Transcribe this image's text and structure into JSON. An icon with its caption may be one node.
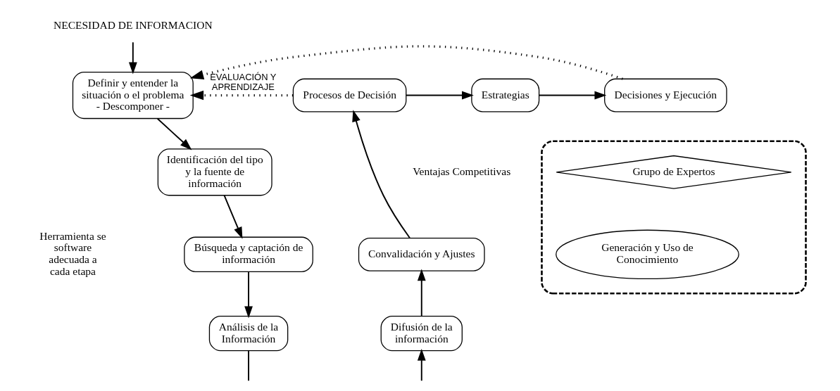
{
  "diagram": {
    "nodes": [
      {
        "text": [
          "NECESIDAD DE INFORMACION"
        ]
      },
      {
        "text": [
          "Definir y entender la situación o el problema",
          "- Descomponer -"
        ]
      },
      {
        "text": [
          "Identificación del tipo y la fuente de información"
        ]
      },
      {
        "text": [
          "Búsqueda y captación de información"
        ]
      },
      {
        "text": [
          "Análisis de la Información"
        ]
      },
      {
        "text": [],
        "shape": "box"
      },
      {
        "text": [
          "Grupo de Expertos"
        ],
        "in": 5
      },
      {
        "text": [
          "Generación y Uso de Conocimiento"
        ],
        "in": 5
      },
      {
        "text": [
          "Difusión de la información"
        ]
      },
      {
        "text": [
          "Convalidación y Ajustes"
        ]
      },
      {
        "text": [
          "Procesos de Decisión"
        ]
      },
      {
        "text": [
          "Estrategias"
        ]
      },
      {
        "text": [
          "Decisiones y Ejecución"
        ]
      }
    ],
    "edges": [
      {
        "from": 0,
        "to": 1,
        "arrow": "to"
      },
      {
        "from": 1,
        "to": 2,
        "arrow": "to"
      },
      {
        "from": 2,
        "to": 3,
        "arrow": "to"
      },
      {
        "from": 3,
        "to": 4,
        "arrow": "to"
      },
      {
        "from": 4,
        "to": null,
        "arrow": "none"
      },
      {
        "from": null,
        "to": 8,
        "arrow": "to"
      },
      {
        "from": 8,
        "to": 9,
        "arrow": "to"
      },
      {
        "from": 9,
        "to": 10,
        "arrow": "to"
      },
      {
        "from": 10,
        "to": 11,
        "arrow": "to"
      },
      {
        "from": 11,
        "to": 12,
        "arrow": "to"
      },
      {
        "from": 10,
        "to": 1,
        "arrow": "to",
        "style": "dashed",
        "label": "EVALUACIÓN Y APRENDIZAJE"
      },
      {
        "from": 12,
        "to": 1,
        "arrow": "to",
        "style": "dashed"
      }
    ],
    "labels": [
      "Herramienta se software adecuada a cada etapa",
      "Ventajas Competitivas"
    ]
  }
}
